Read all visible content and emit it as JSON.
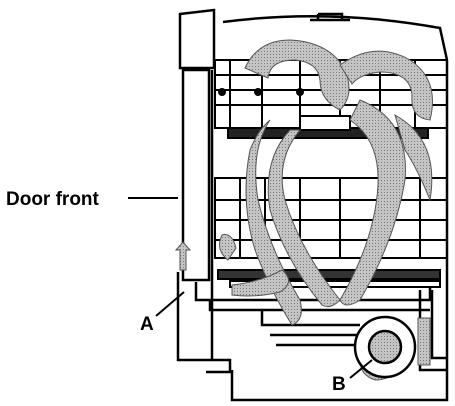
{
  "labels": {
    "door_front": "Door front",
    "a": "A",
    "b": "B"
  },
  "colors": {
    "line": "#000000",
    "airflow": "#a8a8a8",
    "background": "#ffffff"
  }
}
